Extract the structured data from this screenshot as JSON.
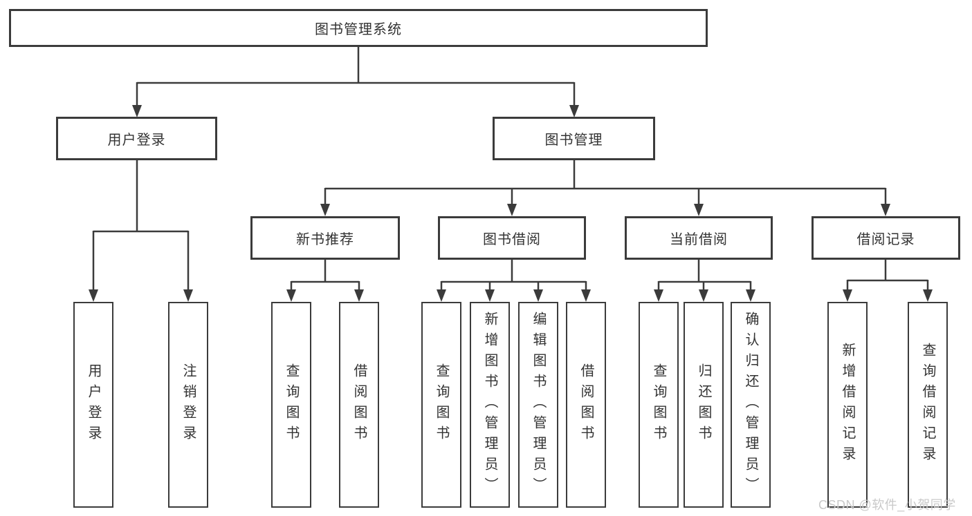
{
  "diagram_title": "图书管理系统",
  "colors": {
    "background": "#ffffff",
    "line": "#3b3b3b",
    "box_border": "#3b3b3b",
    "text": "#333333",
    "watermark": "#c9c9c9"
  },
  "watermark": {
    "text": "CSDN @软件_小贺同学"
  },
  "tree": {
    "root": {
      "label": "图书管理系统"
    },
    "branches": [
      {
        "label": "用户登录",
        "children": [
          {
            "label": "用户登录"
          },
          {
            "label": "注销登录"
          }
        ]
      },
      {
        "label": "图书管理",
        "children": [
          {
            "label": "新书推荐",
            "children": [
              {
                "label": "查询图书"
              },
              {
                "label": "借阅图书"
              }
            ]
          },
          {
            "label": "图书借阅",
            "children": [
              {
                "label": "查询图书"
              },
              {
                "label": "新增图书（管理员）"
              },
              {
                "label": "编辑图书（管理员）"
              },
              {
                "label": "借阅图书"
              }
            ]
          },
          {
            "label": "当前借阅",
            "children": [
              {
                "label": "查询图书"
              },
              {
                "label": "归还图书"
              },
              {
                "label": "确认归还（管理员）"
              }
            ]
          },
          {
            "label": "借阅记录",
            "children": [
              {
                "label": "新增借阅记录"
              },
              {
                "label": "查询借阅记录"
              }
            ]
          }
        ]
      }
    ]
  }
}
